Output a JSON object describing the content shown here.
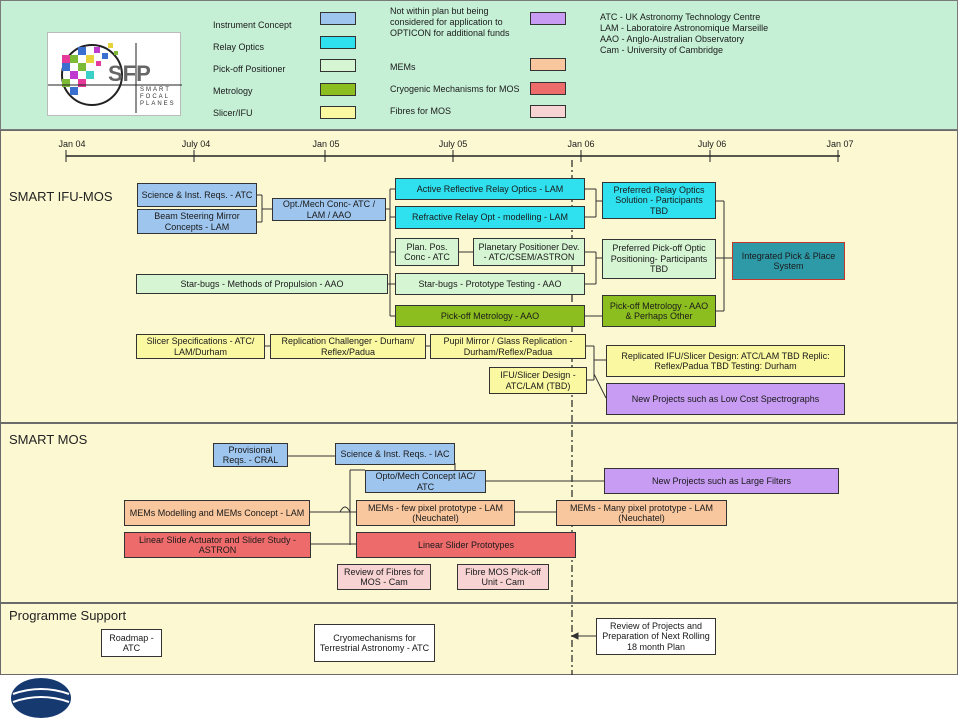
{
  "colors": {
    "instrument_concept": "#9ec5ee",
    "relay_optics": "#2fe0ee",
    "pickoff_positioner": "#d6f5d3",
    "metrology": "#8dbe1f",
    "slicer_ifu": "#fbf8a2",
    "not_in_plan": "#c79cf2",
    "mems": "#f8c79e",
    "cryogenic": "#ee6b6b",
    "fibres": "#f8d3d3",
    "integrated": "#2e9aa8",
    "panel": "#fcf9d2",
    "header": "#c6f0d6"
  },
  "logo": {
    "text": "SFP",
    "subtitle_lines": [
      "SMART",
      "FOCAL",
      "PLANES"
    ]
  },
  "legend": {
    "instrument_concept": "Instrument Concept",
    "relay_optics": "Relay Optics",
    "pickoff_positioner": "Pick-off Positioner",
    "metrology": "Metrology",
    "slicer_ifu": "Slicer/IFU",
    "not_in_plan": [
      "Not within plan but being",
      "considered for application to",
      "OPTICON for additional funds"
    ],
    "mems": "MEMs",
    "cryogenic": "Cryogenic Mechanisms for MOS",
    "fibres": "Fibres for MOS"
  },
  "institutes": [
    "ATC - UK Astronomy Technology Centre",
    "LAM - Laboratoire Astronomique Marseille",
    "AAO - Anglo-Australian Observatory",
    "Cam - University of Cambridge"
  ],
  "timeline": [
    "Jan 04",
    "July 04",
    "Jan 05",
    "July 05",
    "Jan 06",
    "July 06",
    "Jan 07"
  ],
  "sections": {
    "ifu_mos": "SMART IFU-MOS",
    "mos": "SMART MOS",
    "support": "Programme Support"
  },
  "tasks": {
    "science_reqs_atc": "Science & Inst. Reqs. - ATC",
    "beam_steering": "Beam Steering Mirror Concepts - LAM",
    "opt_mech_conc": "Opt./Mech Conc- ATC / LAM / AAO",
    "active_relay": "Active Reflective Relay Optics - LAM",
    "refractive_relay": "Refractive Relay Opt - modelling - LAM",
    "preferred_relay": "Preferred Relay Optics Solution - Participants TBD",
    "plan_pos_conc": "Plan. Pos. Conc - ATC",
    "planetary_pos": "Planetary Positioner Dev. - ATC/CSEM/ASTRON",
    "preferred_pickoff": "Preferred Pick-off Optic Positioning- Participants TBD",
    "integrated": "Integrated Pick & Place System",
    "starbugs_propulsion": "Star-bugs - Methods of Propulsion - AAO",
    "starbugs_prototype": "Star-bugs - Prototype Testing - AAO",
    "pickoff_metrology": "Pick-off Metrology - AAO",
    "pickoff_metrology_other": "Pick-off Metrology - AAO & Perhaps Other",
    "slicer_specs": "Slicer Specifications - ATC/ LAM/Durham",
    "replication_challenger": "Replication Challenger - Durham/ Reflex/Padua",
    "pupil_mirror": "Pupil Mirror / Glass Replication - Durham/Reflex/Padua",
    "replicated_ifu": "Replicated IFU/Slicer Design: ATC/LAM TBD Replic: Reflex/Padua TBD Testing: Durham",
    "ifu_slicer_design": "IFU/Slicer Design - ATC/LAM (TBD)",
    "new_spectrographs": "New Projects such as Low Cost Spectrographs",
    "provisional_reqs": "Provisional Reqs. - CRAL",
    "science_reqs_iac": "Science & Inst. Reqs. - IAC",
    "opto_mech_iac": "Opto/Mech Concept IAC/ ATC",
    "new_filters": "New Projects such as Large Filters",
    "mems_modelling": "MEMs Modelling and MEMs Concept - LAM",
    "mems_few": "MEMs - few pixel prototype - LAM (Neuchatel)",
    "mems_many": "MEMs - Many pixel prototype - LAM (Neuchatel)",
    "linear_slide": "Linear Slide Actuator and Slider Study - ASTRON",
    "linear_slider_proto": "Linear Slider Prototypes",
    "review_fibres": "Review of Fibres for MOS - Cam",
    "fibre_pickoff": "Fibre MOS Pick-off Unit - Cam",
    "roadmap": "Roadmap - ATC",
    "cryomechanisms": "Cryomechanisms for Terrestrial Astronomy - ATC",
    "review_projects": "Review of Projects and Preparation of Next Rolling 18 month Plan"
  }
}
